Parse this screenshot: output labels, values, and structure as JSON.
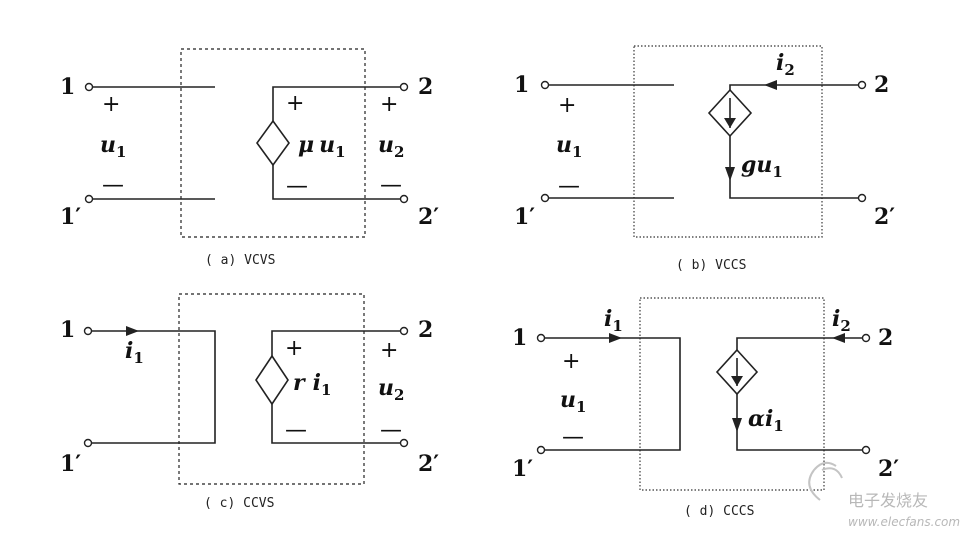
{
  "panels": [
    {
      "id": "a",
      "caption": "( a)  VCVS",
      "port1_top": "1",
      "port1_bottom": "1′",
      "port2_top": "2",
      "port2_bottom": "2′",
      "left_var": "u",
      "left_sub": "1",
      "right_var": "u",
      "right_sub": "2",
      "source_coef": "μ",
      "source_var": "u",
      "source_sub": "1",
      "plus": "+",
      "minus": "—"
    },
    {
      "id": "b",
      "caption": "( b)  VCCS",
      "port1_top": "1",
      "port1_bottom": "1′",
      "port2_top": "2",
      "port2_bottom": "2′",
      "left_var": "u",
      "left_sub": "1",
      "current_var": "i",
      "current_sub": "2",
      "source_coef": "g",
      "source_var": "u",
      "source_sub": "1",
      "plus": "+",
      "minus": "—"
    },
    {
      "id": "c",
      "caption": "( c)  CCVS",
      "port1_top": "1",
      "port1_bottom": "1′",
      "port2_top": "2",
      "port2_bottom": "2′",
      "current_var": "i",
      "current_sub": "1",
      "right_var": "u",
      "right_sub": "2",
      "source_coef": "r",
      "source_var": "i",
      "source_sub": "1",
      "plus": "+",
      "minus": "—"
    },
    {
      "id": "d",
      "caption": "( d)  CCCS",
      "port1_top": "1",
      "port1_bottom": "1′",
      "port2_top": "2",
      "port2_bottom": "2′",
      "left_var": "u",
      "left_sub": "1",
      "current1_var": "i",
      "current1_sub": "1",
      "current2_var": "i",
      "current2_sub": "2",
      "source_coef": "α",
      "source_var": "i",
      "source_sub": "1",
      "plus": "+",
      "minus": "—"
    }
  ],
  "watermark": {
    "brand": "电子发烧友",
    "url": "www.elecfans.com"
  }
}
